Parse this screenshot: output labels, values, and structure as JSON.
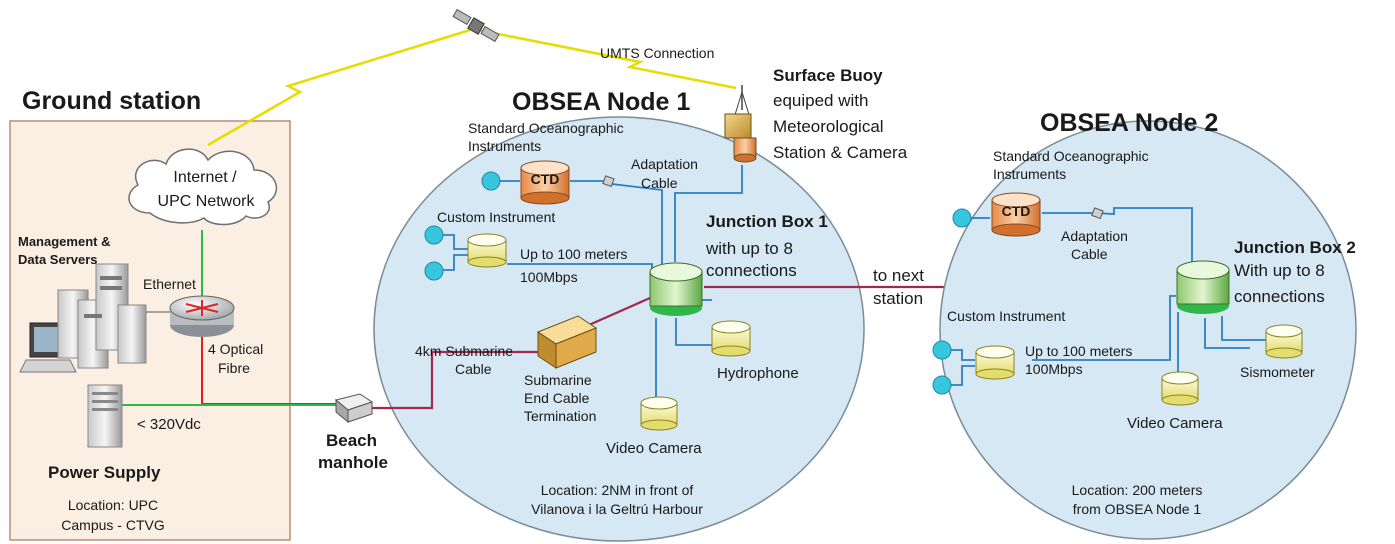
{
  "ground_station": {
    "title": "Ground station",
    "cloud_line1": "Internet /",
    "cloud_line2": "UPC Network",
    "servers_line1": "Management &",
    "servers_line2": "Data Servers",
    "ethernet": "Ethernet",
    "fibre_line1": "4 Optical",
    "fibre_line2": "Fibre",
    "voltage": "< 320Vdc",
    "power_supply": "Power Supply",
    "location_line1": "Location: UPC",
    "location_line2": "Campus - CTVG"
  },
  "satellite_link": {
    "label": "UMTS Connection"
  },
  "beach": {
    "line1": "Beach",
    "line2": "manhole"
  },
  "buoy": {
    "title": "Surface Buoy",
    "line1": "equiped with",
    "line2": "Meteorological",
    "line3": "Station & Camera"
  },
  "node1": {
    "title": "OBSEA Node 1",
    "std_line1": "Standard Oceanographic",
    "std_line2": "Instruments",
    "ctd": "CTD",
    "adapt_line1": "Adaptation",
    "adapt_line2": "Cable",
    "custom": "Custom Instrument",
    "upto_line1": "Up to 100 meters",
    "upto_line2": "100Mbps",
    "jb_title": "Junction Box 1",
    "jb_line1": "with up to 8",
    "jb_line2": "connections",
    "cable_line1": "4km Submarine",
    "cable_line2": "Cable",
    "term_line1": "Submarine",
    "term_line2": "End Cable",
    "term_line3": "Termination",
    "hydrophone": "Hydrophone",
    "video": "Video Camera",
    "location_line1": "Location: 2NM in front of",
    "location_line2": "Vilanova i la Geltrú Harbour"
  },
  "next_station": {
    "line1": "to next",
    "line2": "station"
  },
  "node2": {
    "title": "OBSEA Node 2",
    "std_line1": "Standard Oceanographic",
    "std_line2": "Instruments",
    "ctd": "CTD",
    "adapt_line1": "Adaptation",
    "adapt_line2": "Cable",
    "custom": "Custom Instrument",
    "upto_line1": "Up to 100 meters",
    "upto_line2": "100Mbps",
    "jb_title": "Junction Box 2",
    "jb_line1": "With up to 8",
    "jb_line2": "connections",
    "video": "Video Camera",
    "sismometer": "Sismometer",
    "location_line1": "Location: 200 meters",
    "location_line2": "from OBSEA Node 1"
  },
  "colors": {
    "ground_fill": "#fbeee2",
    "node_fill": "#d6e8f3",
    "instrument_blue": "#2a7fc0",
    "sensor_cyan": "#36c6de",
    "power_cable": "#a12a4c",
    "fibre_red": "#e02020",
    "power_green": "#2fb84a",
    "umts_yellow": "#f3f000"
  }
}
